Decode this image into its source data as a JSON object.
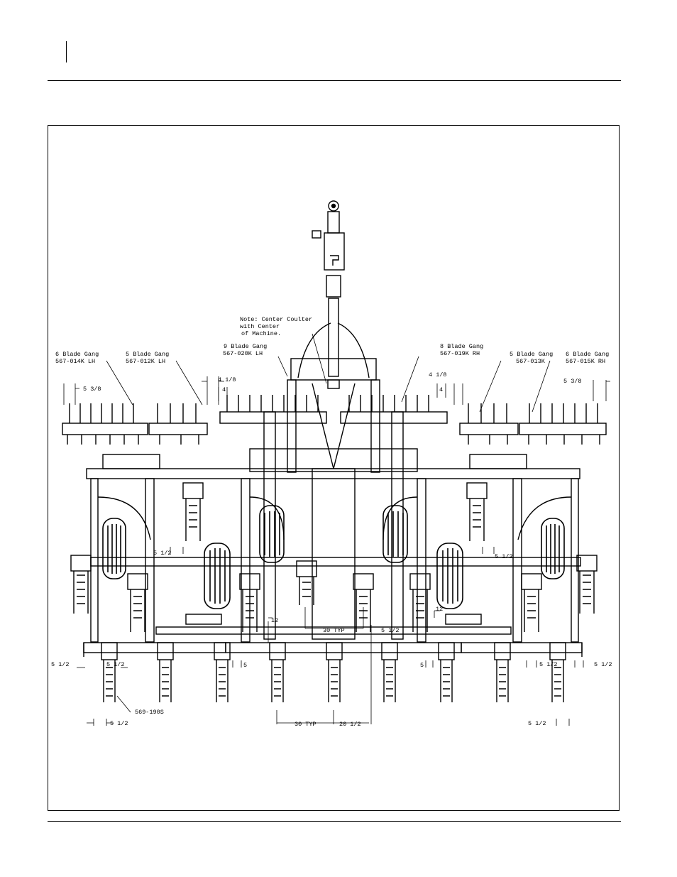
{
  "diagram": {
    "note": [
      "Note: Center Coulter",
      "with Center",
      "of Machine."
    ],
    "gangs": {
      "gang_9_lh": [
        "9 Blade Gang",
        "567-020K LH"
      ],
      "gang_8_rh": [
        "8 Blade Gang",
        "567-019K RH"
      ],
      "gang_6_lh": [
        "6 Blade Gang",
        "567-014K LH"
      ],
      "gang_5_lh": [
        "5 Blade Gang",
        "567-012K LH"
      ],
      "gang_5_rh": [
        "5 Blade Gang",
        "567-013K"
      ],
      "gang_6_rh": [
        "6 Blade Gang",
        "567-015K RH"
      ]
    },
    "dims": {
      "d_4_1_8": "4 1/8",
      "d_4": "4",
      "d_5_3_8": "5 3/8",
      "d_5_1_2": "5 1/2",
      "d_5": "5",
      "d_12": "12",
      "d_30_typ": "30 TYP",
      "d_20_1_2": "20 1/2"
    },
    "part": "569-190S"
  }
}
